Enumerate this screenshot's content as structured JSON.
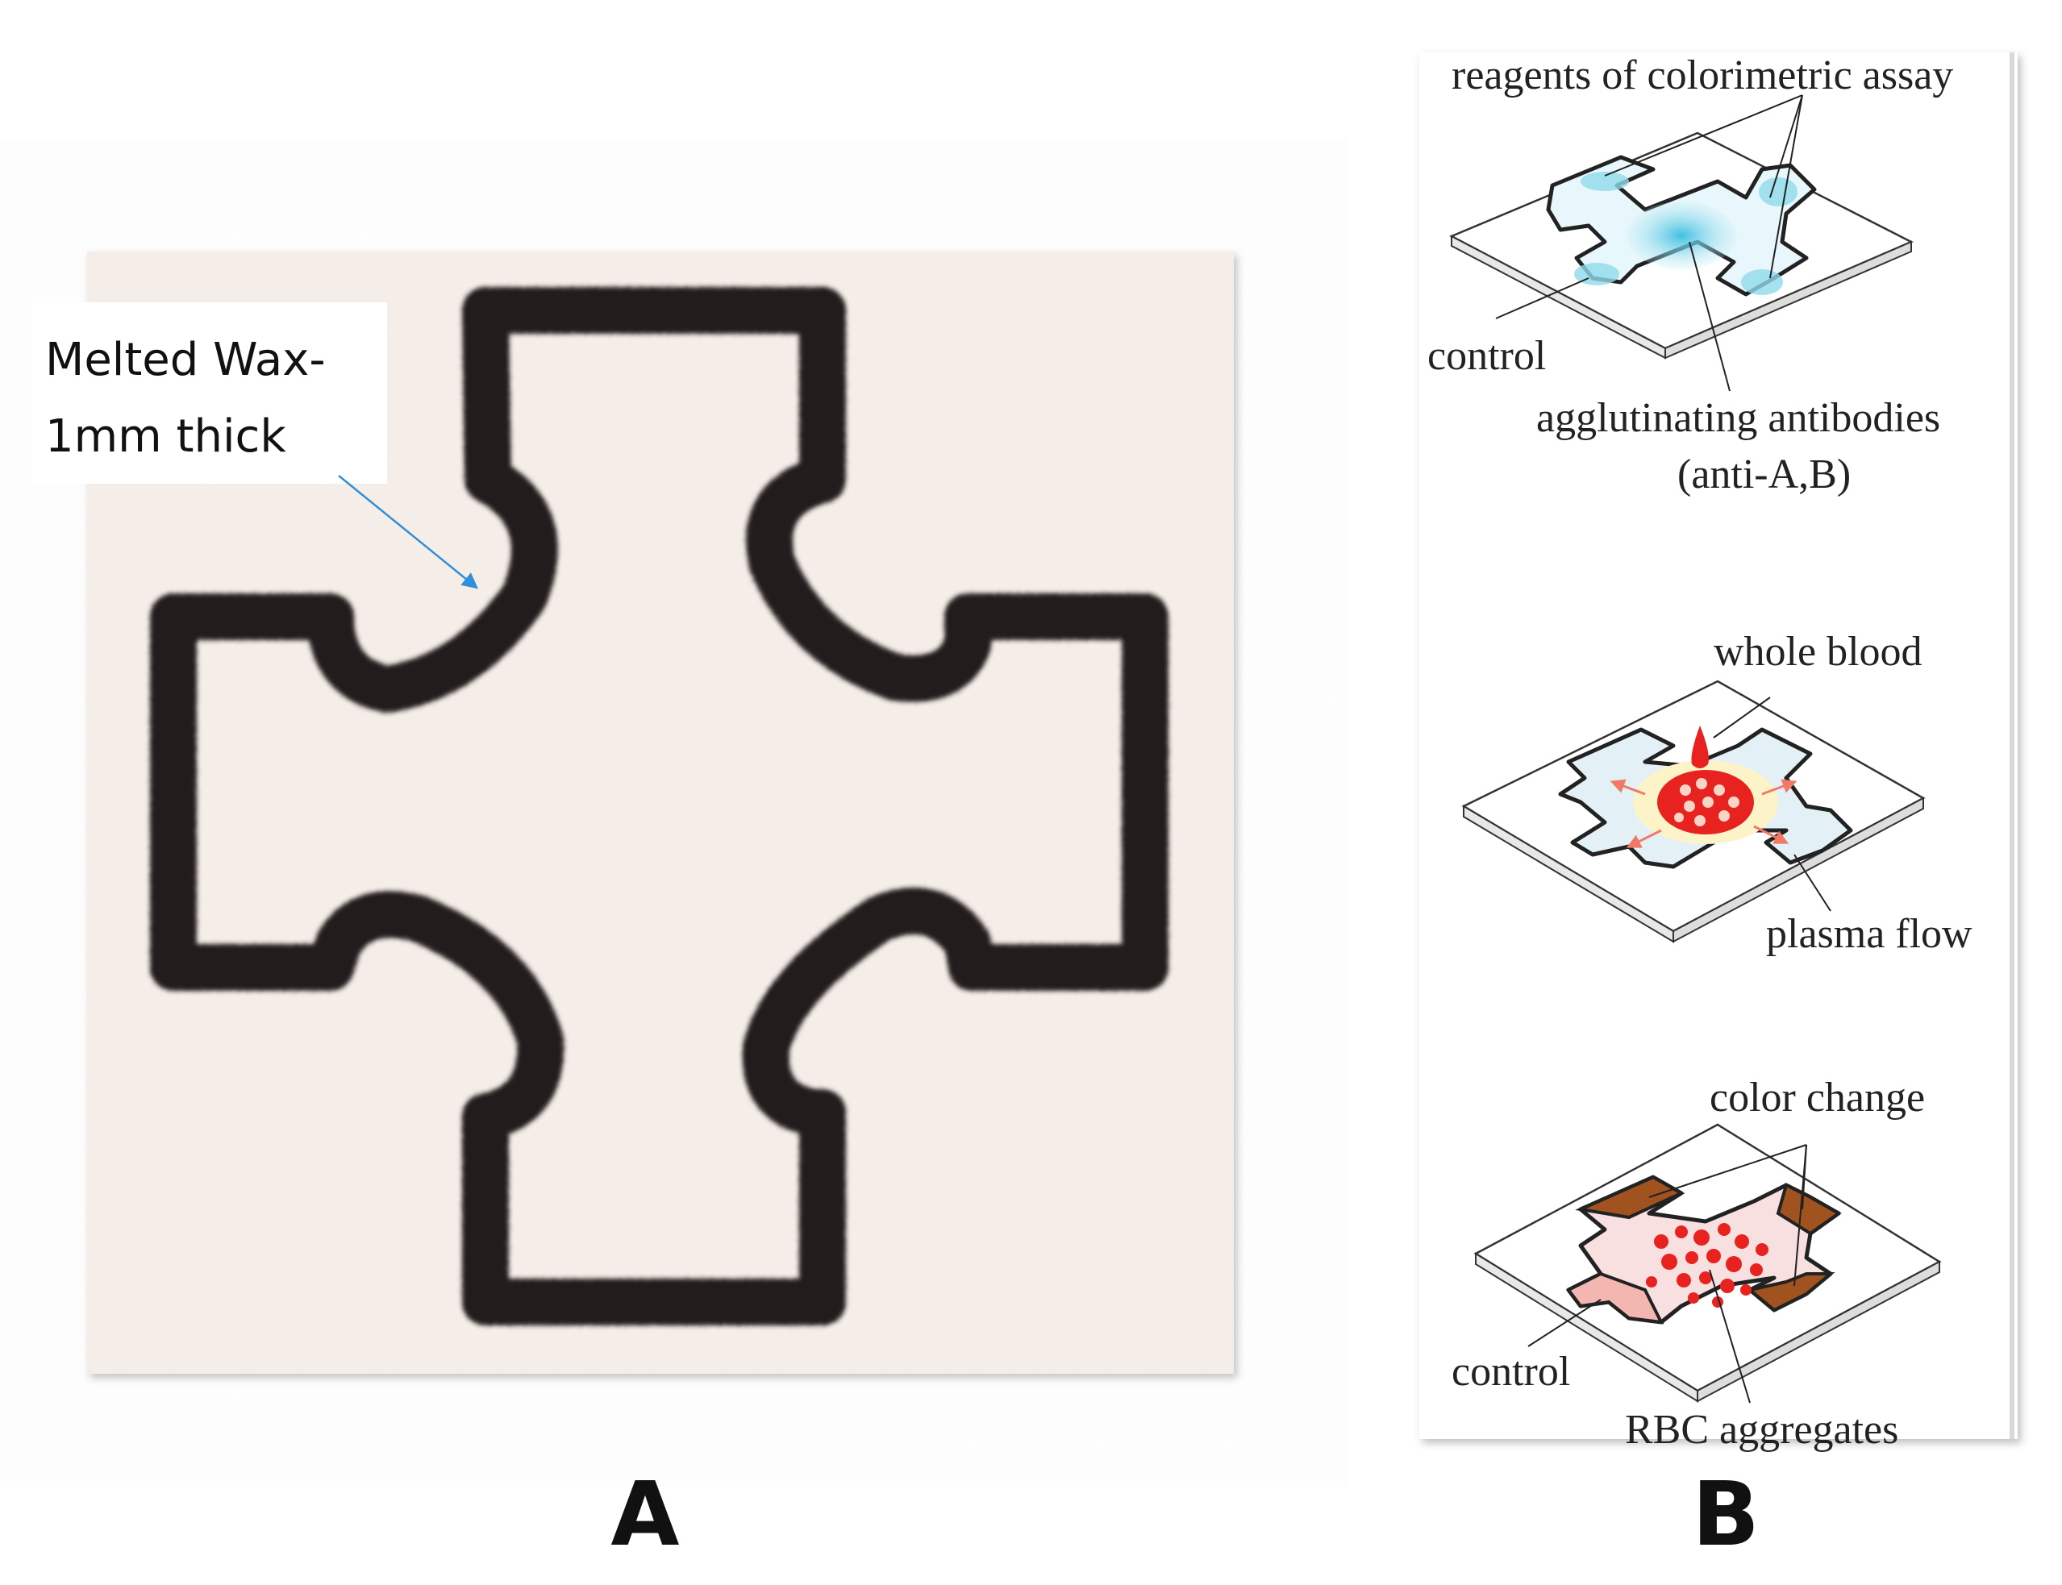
{
  "panel_a": {
    "annotation_line1": "Melted Wax-",
    "annotation_line2": "1mm thick",
    "label": "A"
  },
  "panel_b": {
    "top": {
      "reagents": "reagents of colorimetric assay",
      "control": "control",
      "antibodies_line1": "agglutinating antibodies",
      "antibodies_line2": "(anti-A,B)"
    },
    "middle": {
      "whole_blood": "whole blood",
      "plasma_flow": "plasma flow"
    },
    "bottom": {
      "color_change": "color change",
      "control": "control",
      "rbc": "RBC aggregates"
    },
    "label": "B"
  },
  "colors": {
    "paper": "#f6eee9",
    "wax": "#241c1e",
    "arrow": "#2f8fd8",
    "reagent_blue": "#7fd3e6",
    "blood_red": "#e8231f",
    "color_change_brown": "#a0521f",
    "control_pink": "#f3b6b0"
  }
}
